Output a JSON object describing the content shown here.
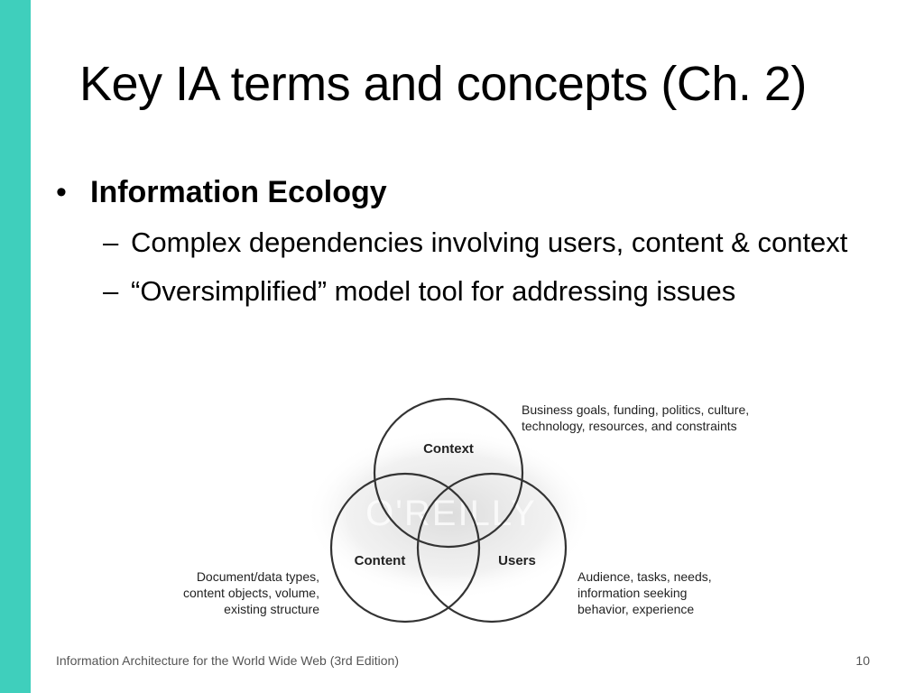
{
  "slide": {
    "title": "Key IA terms and concepts (Ch. 2)",
    "bullet": {
      "marker": "•",
      "text": "Information Ecology",
      "subitems": [
        {
          "marker": "–",
          "text": "Complex dependencies involving users, content & context"
        },
        {
          "marker": "–",
          "text": "“Oversimplified” model tool for addressing issues"
        }
      ]
    },
    "diagram": {
      "circles": {
        "context": "Context",
        "content": "Content",
        "users": "Users"
      },
      "annotations": {
        "context_line1": "Business goals, funding, politics, culture,",
        "context_line2": "technology, resources, and constraints",
        "content_line1": "Document/data types,",
        "content_line2": "content objects, volume,",
        "content_line3": "existing structure",
        "users_line1": "Audience, tasks, needs,",
        "users_line2": "information seeking",
        "users_line3": "behavior, experience"
      },
      "watermark": "O'REILLY"
    },
    "footer": {
      "source": "Information Architecture for the World Wide Web (3rd Edition)",
      "page_number": "10"
    },
    "colors": {
      "accent": "#3fcfbc",
      "text": "#000000",
      "footer_text": "#555555"
    }
  }
}
